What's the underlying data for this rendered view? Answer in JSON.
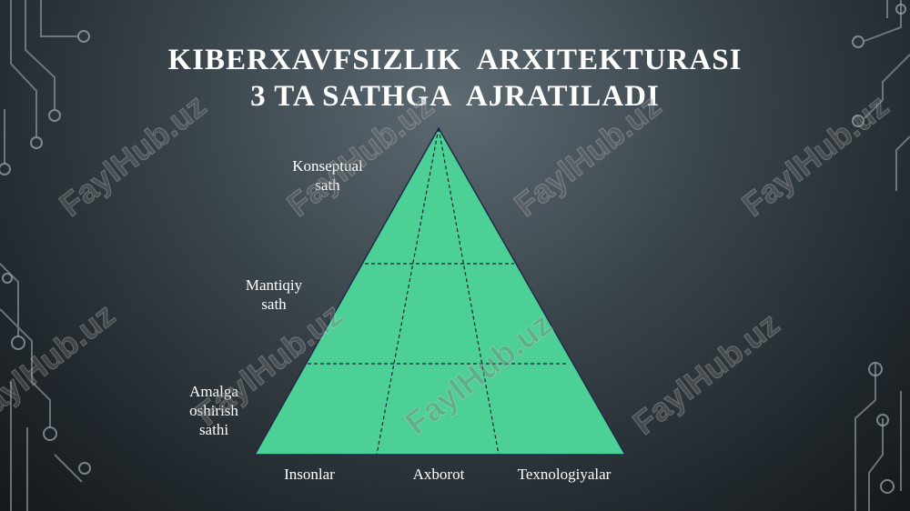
{
  "title": {
    "line1": "KIBERXAVFSIZLIK  ARXITEKTURASI",
    "line2": "3 TA SATHGA  AJRATILADI"
  },
  "levels": {
    "conceptual": [
      "Konseptual",
      "sath"
    ],
    "logical": [
      "Mantiqiy",
      "sath"
    ],
    "implementation": [
      "Amalga",
      "oshirish",
      "sathi"
    ]
  },
  "bottom_labels": [
    "Insonlar",
    "Axborot",
    "Texnologiyalar"
  ],
  "watermark": "FaylHub.uz",
  "colors": {
    "pyramid_fill": "#4dd096",
    "pyramid_stroke": "#1e2a4a",
    "text": "#ffffff"
  }
}
